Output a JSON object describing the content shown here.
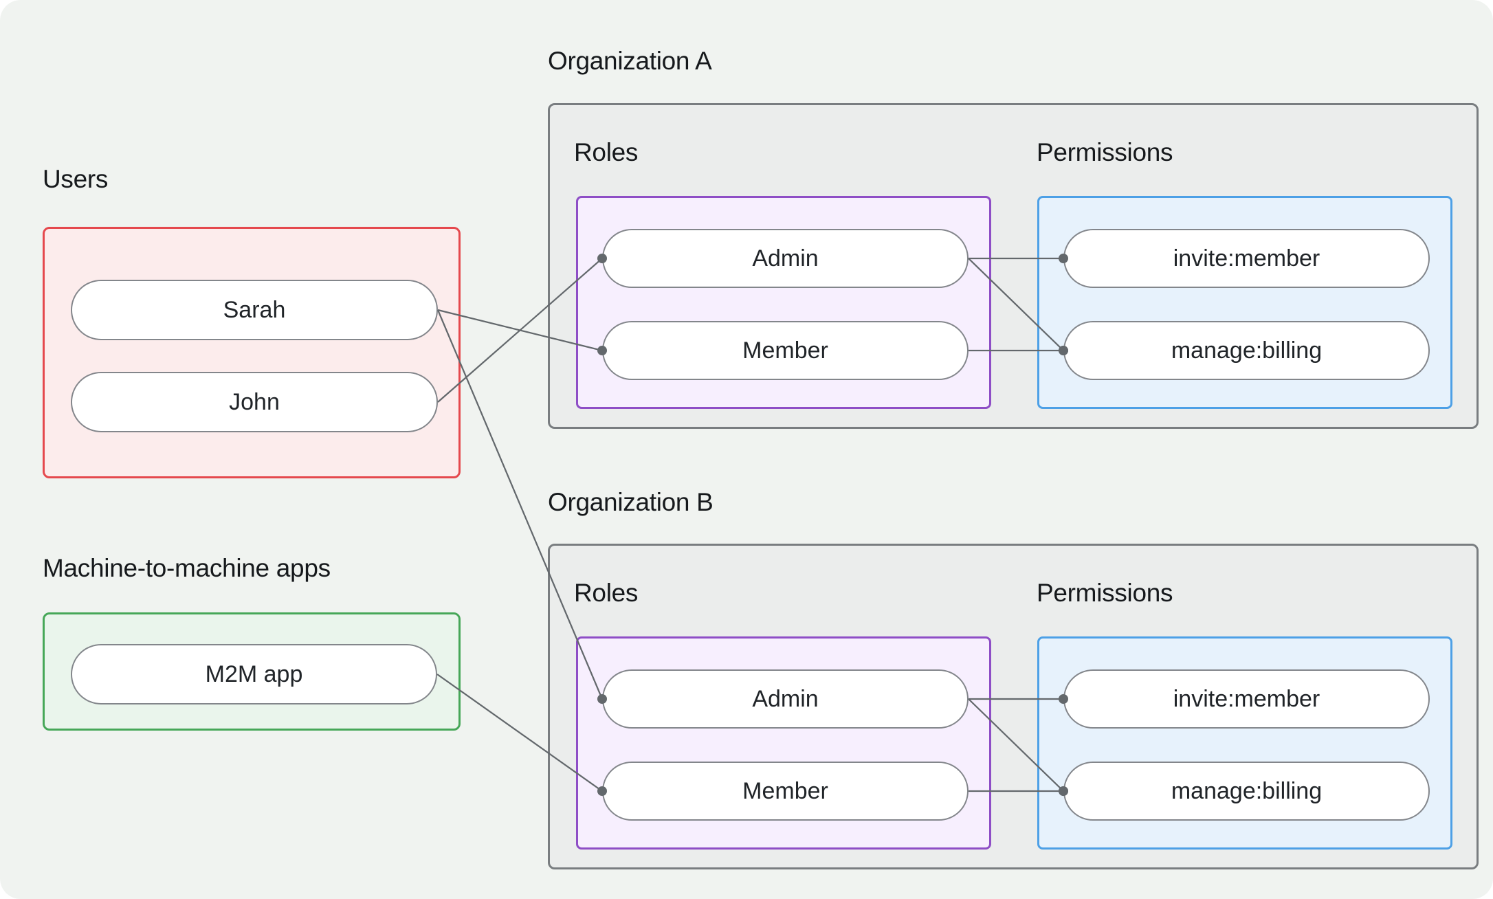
{
  "users_section": {
    "label": "Users",
    "accent": "#e5484d",
    "nodes": [
      {
        "id": "sarah",
        "label": "Sarah"
      },
      {
        "id": "john",
        "label": "John"
      }
    ]
  },
  "m2m_section": {
    "label": "Machine-to-machine apps",
    "accent": "#46a758",
    "nodes": [
      {
        "id": "m2m-app",
        "label": "M2M app"
      }
    ]
  },
  "organizations": [
    {
      "id": "orgA",
      "label": "Organization A",
      "roles_label": "Roles",
      "permissions_label": "Permissions",
      "roles": [
        {
          "id": "orgA-role-admin",
          "label": "Admin"
        },
        {
          "id": "orgA-role-member",
          "label": "Member"
        }
      ],
      "permissions": [
        {
          "id": "orgA-perm-invite",
          "label": "invite:member"
        },
        {
          "id": "orgA-perm-manage",
          "label": "manage:billing"
        }
      ]
    },
    {
      "id": "orgB",
      "label": "Organization B",
      "roles_label": "Roles",
      "permissions_label": "Permissions",
      "roles": [
        {
          "id": "orgB-role-admin",
          "label": "Admin"
        },
        {
          "id": "orgB-role-member",
          "label": "Member"
        }
      ],
      "permissions": [
        {
          "id": "orgB-perm-invite",
          "label": "invite:member"
        },
        {
          "id": "orgB-perm-manage",
          "label": "manage:billing"
        }
      ]
    }
  ],
  "edges": [
    {
      "from": "sarah",
      "to": "orgA-role-member"
    },
    {
      "from": "john",
      "to": "orgA-role-admin"
    },
    {
      "from": "sarah",
      "to": "orgB-role-admin"
    },
    {
      "from": "m2m-app",
      "to": "orgB-role-member"
    },
    {
      "from": "orgA-role-admin",
      "to": "orgA-perm-invite"
    },
    {
      "from": "orgA-role-admin",
      "to": "orgA-perm-manage"
    },
    {
      "from": "orgA-role-member",
      "to": "orgA-perm-manage"
    },
    {
      "from": "orgB-role-admin",
      "to": "orgB-perm-invite"
    },
    {
      "from": "orgB-role-admin",
      "to": "orgB-perm-manage"
    },
    {
      "from": "orgB-role-member",
      "to": "orgB-perm-manage"
    }
  ],
  "colors": {
    "card_background": "#f0f3f0",
    "line": "#63686c",
    "users_border": "#e5484d",
    "users_fill": "#fcecec",
    "m2m_border": "#46a758",
    "m2m_fill": "#eaf5ec",
    "org_border": "#797d80",
    "org_fill": "#ebedec",
    "roles_border": "#8e4ec6",
    "roles_fill": "#f7effe",
    "permissions_border": "#4da0e6",
    "permissions_fill": "#e7f2fc"
  }
}
